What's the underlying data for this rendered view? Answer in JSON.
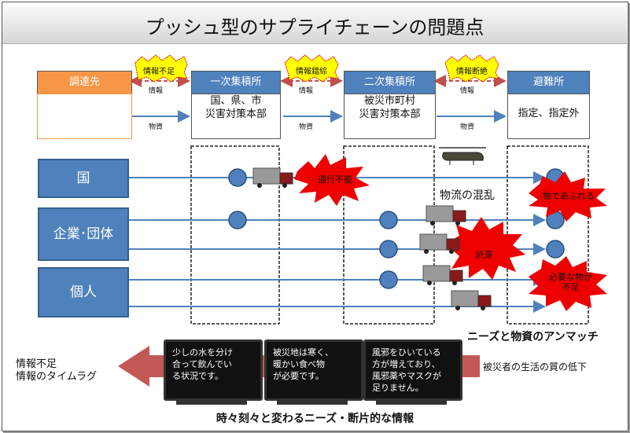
{
  "title": "プッシュ型のサプライチェーンの問題点",
  "boxes": {
    "procurement": {
      "header": "調達先",
      "body": ""
    },
    "primary": {
      "header": "一次集積所",
      "body": "国、県、市\n災害対策本部"
    },
    "secondary": {
      "header": "二次集積所",
      "body": "被災市町村\n災害対策本部"
    },
    "shelter": {
      "header": "避難所",
      "body": "指定、指定外"
    }
  },
  "badges": {
    "b1": "情報不足",
    "b2": "情報錯綜",
    "b3": "情報断絶"
  },
  "flow_labels": {
    "info": "情報",
    "goods": "物資"
  },
  "actors": {
    "a1": "国",
    "a2": "企業･団体",
    "a3": "個人"
  },
  "bursts": {
    "impassable": "通行不能",
    "overflow": "物であふれる",
    "congestion": "渋滞",
    "shortage": "必要な物が\n不足"
  },
  "labels": {
    "logistics_chaos": "物流の混乱",
    "mismatch": "ニーズと物資のアンマッチ",
    "quality": "被災者の生活の質の低下",
    "bottom": "時々刻々と変わるニーズ・断片的な情報",
    "left_line1": "情報不足",
    "left_line2": "情報のタイムラグ"
  },
  "tv_messages": [
    "少しの水を分け\n合って飲んでい\nる状況です。",
    "被災地は寒く、\n暖かい食べ物\nが必要です。",
    "風邪をひいている\n方が増えており、\n風邪薬やマスクが\n足りません。"
  ],
  "colors": {
    "orange": "#f79646",
    "blue": "#4f81bd",
    "yellow": "#ffff00",
    "red": "#e00000",
    "arrow_red": "#c0504d"
  }
}
